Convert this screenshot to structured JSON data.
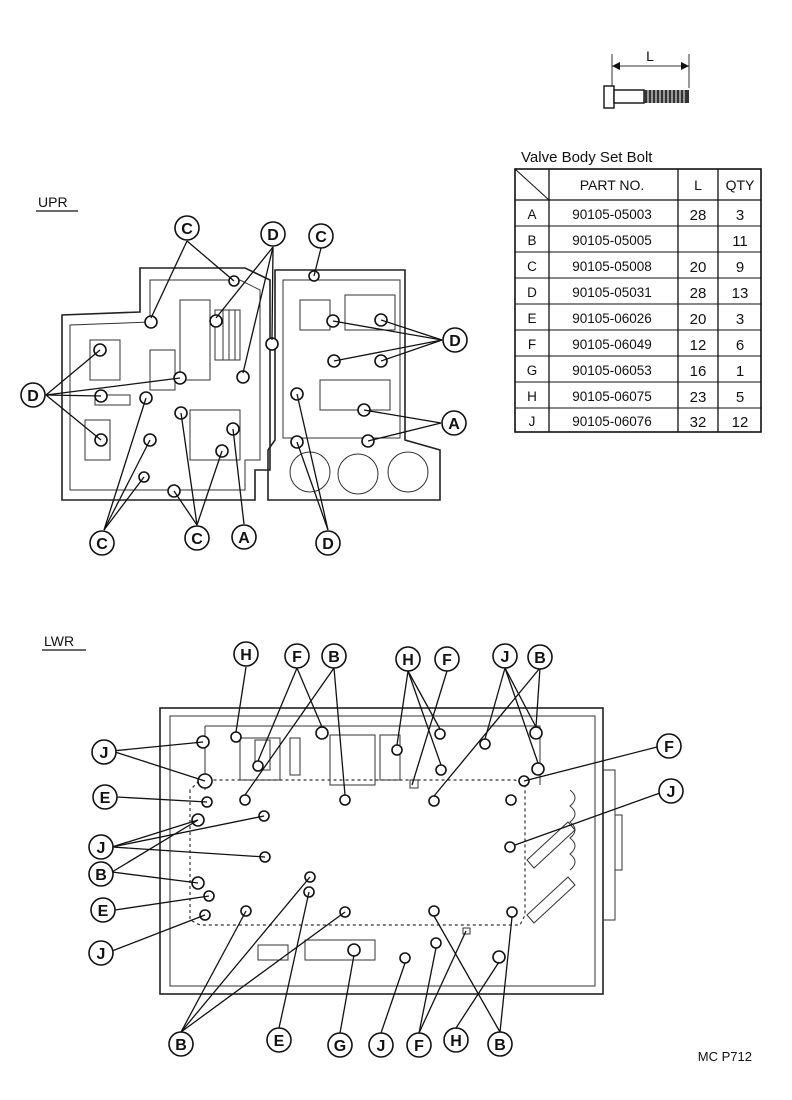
{
  "bolt_icon": {
    "dimension_label": "L"
  },
  "table": {
    "title": "Valve Body Set Bolt",
    "headers": {
      "part_no": "PART NO.",
      "length": "L",
      "qty": "QTY"
    },
    "rows": [
      {
        "code": "A",
        "part_no": "90105-05003",
        "length": "28",
        "qty": "3"
      },
      {
        "code": "B",
        "part_no": "90105-05005",
        "length": "",
        "qty": "11"
      },
      {
        "code": "C",
        "part_no": "90105-05008",
        "length": "20",
        "qty": "9"
      },
      {
        "code": "D",
        "part_no": "90105-05031",
        "length": "28",
        "qty": "13"
      },
      {
        "code": "E",
        "part_no": "90105-06026",
        "length": "20",
        "qty": "3"
      },
      {
        "code": "F",
        "part_no": "90105-06049",
        "length": "12",
        "qty": "6"
      },
      {
        "code": "G",
        "part_no": "90105-06053",
        "length": "16",
        "qty": "1"
      },
      {
        "code": "H",
        "part_no": "90105-06075",
        "length": "23",
        "qty": "5"
      },
      {
        "code": "J",
        "part_no": "90105-06076",
        "length": "32",
        "qty": "12"
      }
    ]
  },
  "upper": {
    "label": "UPR",
    "callouts": [
      "C",
      "D",
      "C",
      "D",
      "D",
      "A",
      "C",
      "C",
      "A",
      "D"
    ]
  },
  "lower": {
    "label": "LWR",
    "callouts_top": [
      "H",
      "F",
      "B",
      "H",
      "F",
      "J",
      "B"
    ],
    "callouts_right": [
      "F",
      "J"
    ],
    "callouts_left": [
      "J",
      "E",
      "J",
      "B",
      "E",
      "J"
    ],
    "callouts_bottom": [
      "B",
      "E",
      "G",
      "J",
      "F",
      "H",
      "B"
    ]
  },
  "figure_code": "MC P712"
}
